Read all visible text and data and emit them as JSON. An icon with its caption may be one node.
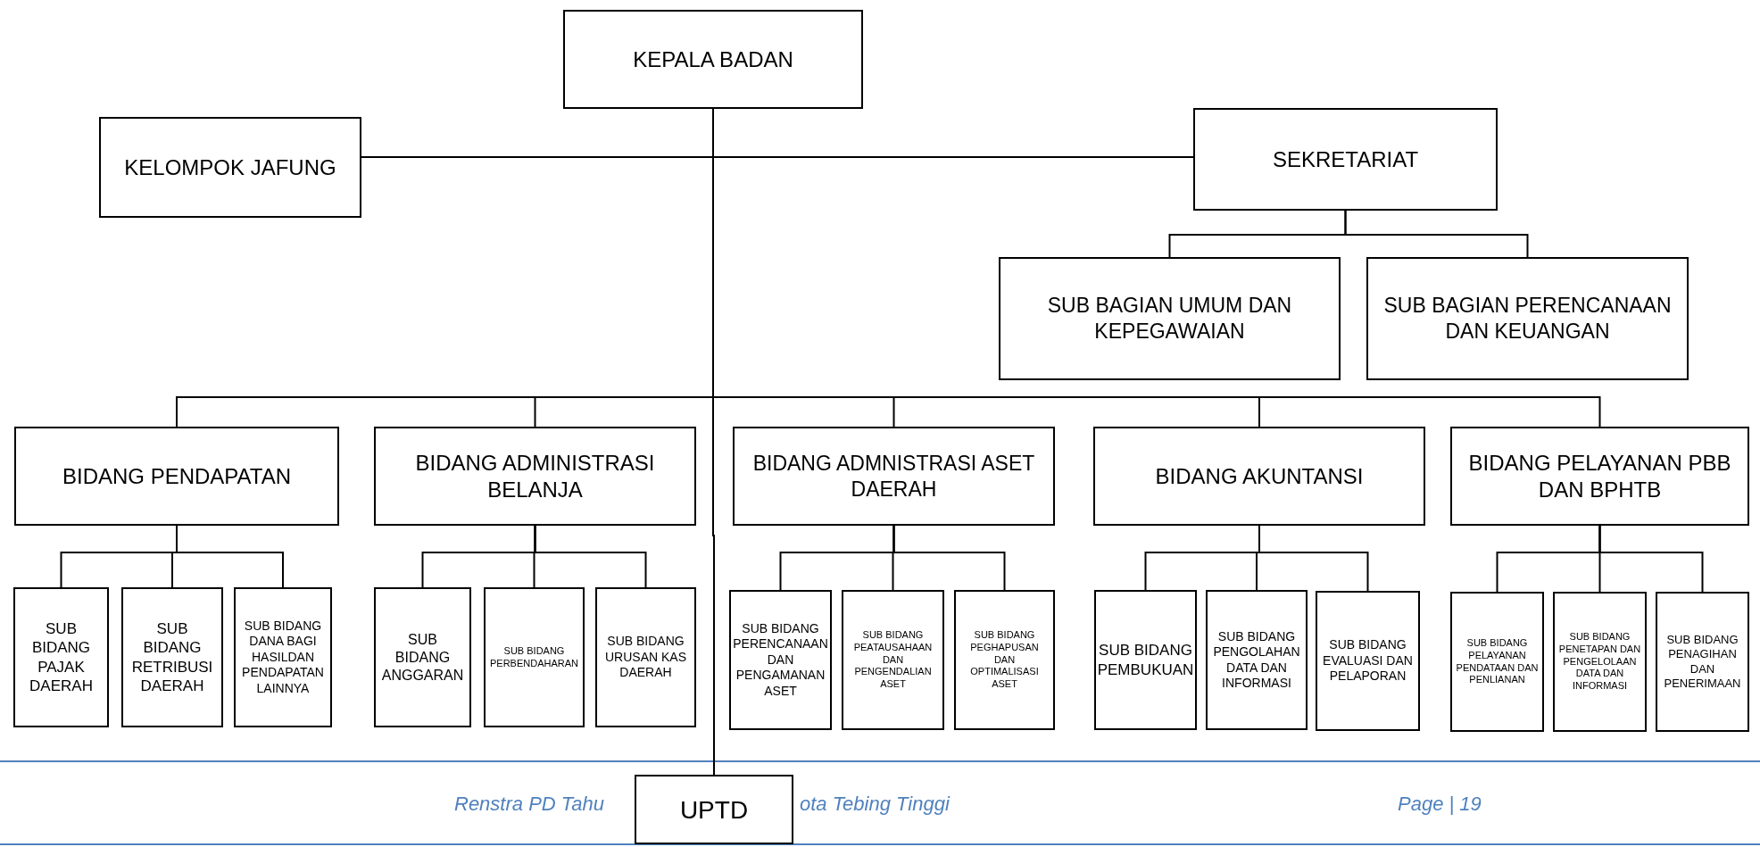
{
  "diagram": {
    "nodes": [
      {
        "text": [
          "KEPALA BADAN"
        ]
      },
      {
        "text": [
          "KELOMPOK JAFUNG"
        ]
      },
      {
        "text": [
          "SEKRETARIAT"
        ]
      },
      {
        "text": [
          "SUB BAGIAN UMUM DAN KEPEGAWAIAN"
        ]
      },
      {
        "text": [
          "SUB BAGIAN PERENCANAAN DAN KEUANGAN"
        ]
      },
      {
        "text": [
          "BIDANG PENDAPATAN"
        ]
      },
      {
        "text": [
          "BIDANG ADMINISTRASI BELANJA"
        ]
      },
      {
        "text": [
          "BIDANG ADMNISTRASI ASET DAERAH"
        ]
      },
      {
        "text": [
          "BIDANG AKUNTANSI"
        ]
      },
      {
        "text": [
          "BIDANG PELAYANAN PBB DAN BPHTB"
        ]
      },
      {
        "text": [
          "SUB BIDANG PAJAK DAERAH"
        ]
      },
      {
        "text": [
          "SUB BIDANG RETRIBUSI DAERAH"
        ]
      },
      {
        "text": [
          "SUB BIDANG DANA BAGI HASILDAN PENDAPATAN LAINNYA"
        ]
      },
      {
        "text": [
          "SUB BIDANG ANGGARAN"
        ]
      },
      {
        "text": [
          "SUB BIDANG PERBENDAHARAN"
        ]
      },
      {
        "text": [
          "SUB BIDANG URUSAN KAS DAERAH"
        ]
      },
      {
        "text": [
          "SUB BIDANG PERENCANAAN DAN PENGAMANAN ASET"
        ]
      },
      {
        "text": [
          "SUB BIDANG PEATAUSAHAAN DAN PENGENDALIAN ASET"
        ]
      },
      {
        "text": [
          "SUB BIDANG PEGHAPUSAN DAN OPTIMALISASI ASET"
        ]
      },
      {
        "text": [
          "SUB BIDANG PEMBUKUAN"
        ]
      },
      {
        "text": [
          "SUB BIDANG PENGOLAHAN DATA DAN INFORMASI"
        ]
      },
      {
        "text": [
          "SUB BIDANG EVALUASI DAN PELAPORAN"
        ]
      },
      {
        "text": [
          "SUB BIDANG PELAYANAN PENDATAAN DAN PENLIANAN"
        ]
      },
      {
        "text": [
          "SUB BIDANG PENETAPAN DAN PENGELOLAAN DATA DAN INFORMASI"
        ]
      },
      {
        "text": [
          "SUB BIDANG PENAGIHAN DAN PENERIMAAN"
        ]
      },
      {
        "text": [
          "UPTD"
        ]
      }
    ],
    "edges": [
      {
        "from": 0,
        "to": 1,
        "arrow": "none"
      },
      {
        "from": 0,
        "to": 2,
        "arrow": "none"
      },
      {
        "from": 2,
        "to": 3,
        "arrow": "none"
      },
      {
        "from": 2,
        "to": 4,
        "arrow": "none"
      },
      {
        "from": 0,
        "to": 5,
        "arrow": "none"
      },
      {
        "from": 0,
        "to": 6,
        "arrow": "none"
      },
      {
        "from": 0,
        "to": 7,
        "arrow": "none"
      },
      {
        "from": 0,
        "to": 8,
        "arrow": "none"
      },
      {
        "from": 0,
        "to": 9,
        "arrow": "none"
      },
      {
        "from": 5,
        "to": 10,
        "arrow": "none"
      },
      {
        "from": 5,
        "to": 11,
        "arrow": "none"
      },
      {
        "from": 5,
        "to": 12,
        "arrow": "none"
      },
      {
        "from": 6,
        "to": 13,
        "arrow": "none"
      },
      {
        "from": 6,
        "to": 14,
        "arrow": "none"
      },
      {
        "from": 6,
        "to": 15,
        "arrow": "none"
      },
      {
        "from": 7,
        "to": 16,
        "arrow": "none"
      },
      {
        "from": 7,
        "to": 17,
        "arrow": "none"
      },
      {
        "from": 7,
        "to": 18,
        "arrow": "none"
      },
      {
        "from": 8,
        "to": 19,
        "arrow": "none"
      },
      {
        "from": 8,
        "to": 20,
        "arrow": "none"
      },
      {
        "from": 8,
        "to": 21,
        "arrow": "none"
      },
      {
        "from": 9,
        "to": 22,
        "arrow": "none"
      },
      {
        "from": 9,
        "to": 23,
        "arrow": "none"
      },
      {
        "from": 9,
        "to": 24,
        "arrow": "none"
      },
      {
        "from": 0,
        "to": 25,
        "arrow": "none"
      }
    ],
    "labels": [
      "Renstra PD Tahu",
      "ota Tebing Tinggi",
      "Page | 19"
    ]
  }
}
